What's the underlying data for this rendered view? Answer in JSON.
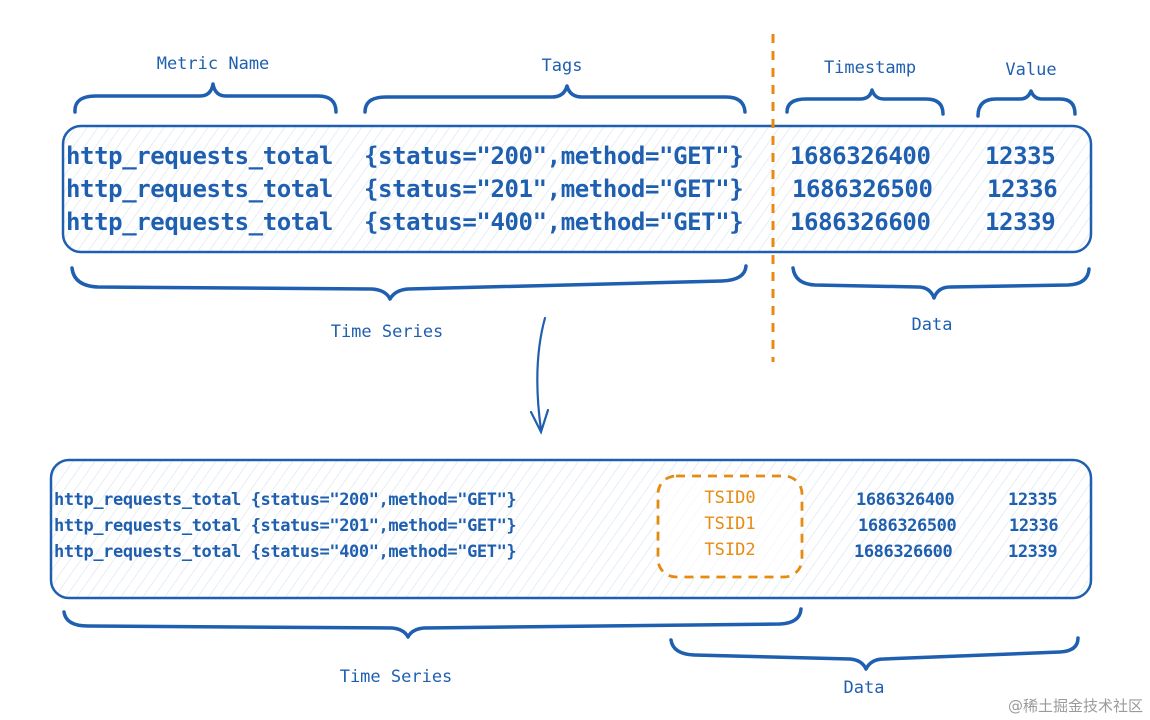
{
  "top": {
    "labels": {
      "metric_name": "Metric Name",
      "tags": "Tags",
      "timestamp": "Timestamp",
      "value": "Value",
      "time_series": "Time Series",
      "data": "Data"
    },
    "rows": [
      {
        "metric": "http_requests_total",
        "tags": "{status=\"200\",method=\"GET\"}",
        "timestamp": "1686326400",
        "value": "12335"
      },
      {
        "metric": "http_requests_total",
        "tags": "{status=\"201\",method=\"GET\"}",
        "timestamp": "1686326500",
        "value": "12336"
      },
      {
        "metric": "http_requests_total",
        "tags": "{status=\"400\",method=\"GET\"}",
        "timestamp": "1686326600",
        "value": "12339"
      }
    ]
  },
  "bottom": {
    "labels": {
      "time_series": "Time Series",
      "data": "Data"
    },
    "rows": [
      {
        "series": "http_requests_total {status=\"200\",method=\"GET\"}",
        "tsid": "TSID0",
        "timestamp": "1686326400",
        "value": "12335"
      },
      {
        "series": "http_requests_total {status=\"201\",method=\"GET\"}",
        "tsid": "TSID1",
        "timestamp": "1686326500",
        "value": "12336"
      },
      {
        "series": "http_requests_total {status=\"400\",method=\"GET\"}",
        "tsid": "TSID2",
        "timestamp": "1686326600",
        "value": "12339"
      }
    ]
  },
  "watermark": "@稀土掘金技术社区",
  "colors": {
    "ink": "#1f5fb0",
    "accent": "#e88a10"
  }
}
